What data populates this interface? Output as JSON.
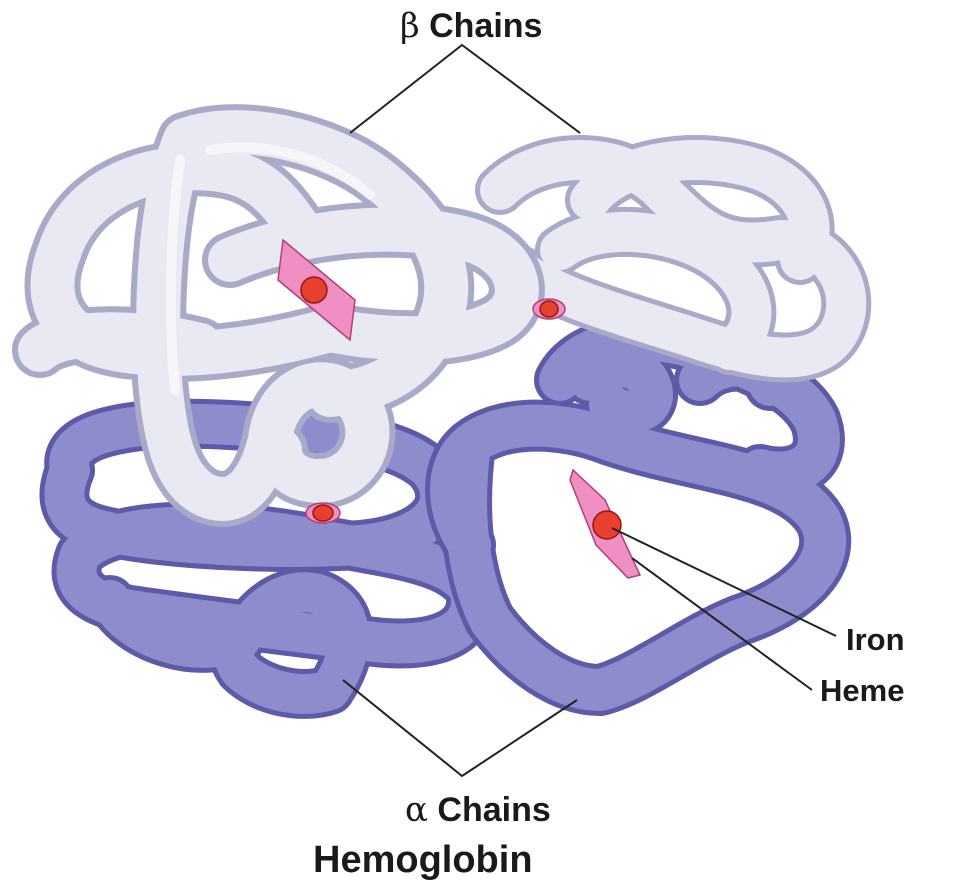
{
  "labels": {
    "beta_symbol": "β",
    "beta_text": "Chains",
    "alpha_symbol": "α",
    "alpha_text": "Chains",
    "iron": "Iron",
    "heme": "Heme",
    "title": "Hemoglobin"
  },
  "colors": {
    "beta_chain": "#e9e9f3",
    "beta_chain_outline": "#a9a9c8",
    "alpha_chain": "#8e8ccd",
    "alpha_chain_outline": "#5d5aa8",
    "heme_group": "#ef8fc4",
    "iron_atom": "#e8402e",
    "leader_line": "#222222"
  }
}
